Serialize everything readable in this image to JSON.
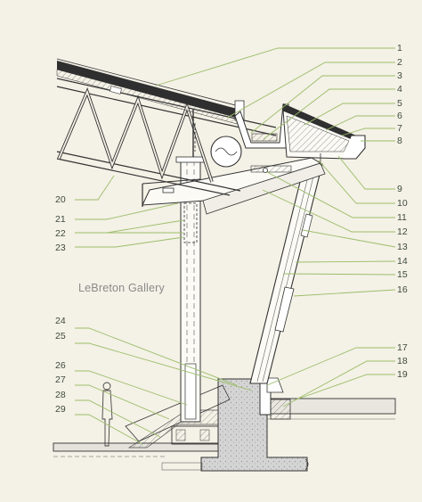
{
  "caption": "LeBreton Gallery",
  "callouts_right": [
    "1",
    "2",
    "3",
    "4",
    "5",
    "6",
    "7",
    "8",
    "9",
    "10",
    "11",
    "12",
    "13",
    "14",
    "15",
    "16",
    "17",
    "18",
    "19"
  ],
  "callouts_left": [
    "20",
    "21",
    "22",
    "23",
    "24",
    "25",
    "26",
    "27",
    "28",
    "29"
  ]
}
